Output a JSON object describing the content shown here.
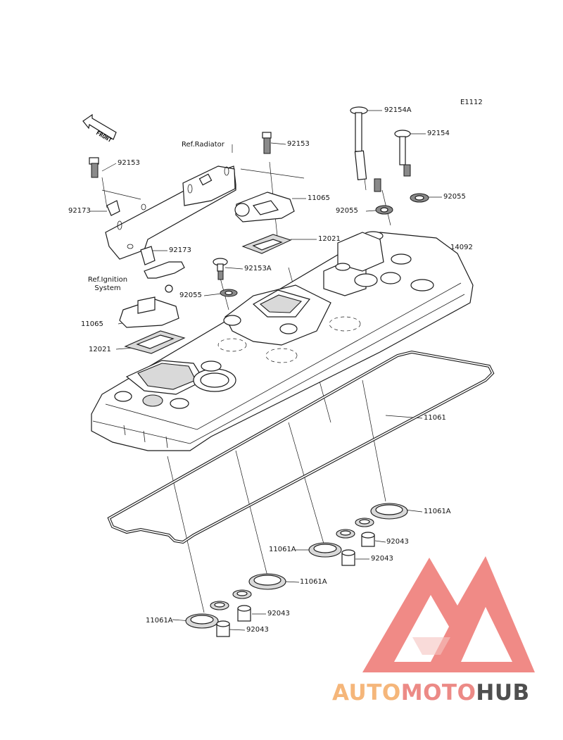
{
  "figure_code": "E1112",
  "front_label": "FRONT",
  "refs": {
    "radiator": "Ref.Radiator",
    "ignition_line1": "Ref.Ignition",
    "ignition_line2": "System"
  },
  "parts": {
    "p92154A": "92154A",
    "p92154": "92154",
    "p92153_top": "92153",
    "p92153_left": "92153",
    "p92153A": "92153A",
    "p92055_right": "92055",
    "p92055_mid": "92055",
    "p92055_left": "92055",
    "p11065_right": "11065",
    "p11065_left": "11065",
    "p12021_right": "12021",
    "p12021_left": "12021",
    "p14092": "14092",
    "p92173_left": "92173",
    "p92173_mid": "92173",
    "p11061": "11061",
    "p11061A_r": "11061A",
    "p11061A_m": "11061A",
    "p11061A_c": "11061A",
    "p11061A_l": "11061A",
    "p92043_r1": "92043",
    "p92043_r2": "92043",
    "p92043_l1": "92043",
    "p92043_l2": "92043"
  },
  "watermark": {
    "part1": "AUTO",
    "part2": "MOTO",
    "part3": "HUB",
    "colors": {
      "auto": "#f5b67a",
      "moto": "#ec8a86",
      "hub": "#4f4f4f",
      "triangle": "#f08a86"
    }
  }
}
